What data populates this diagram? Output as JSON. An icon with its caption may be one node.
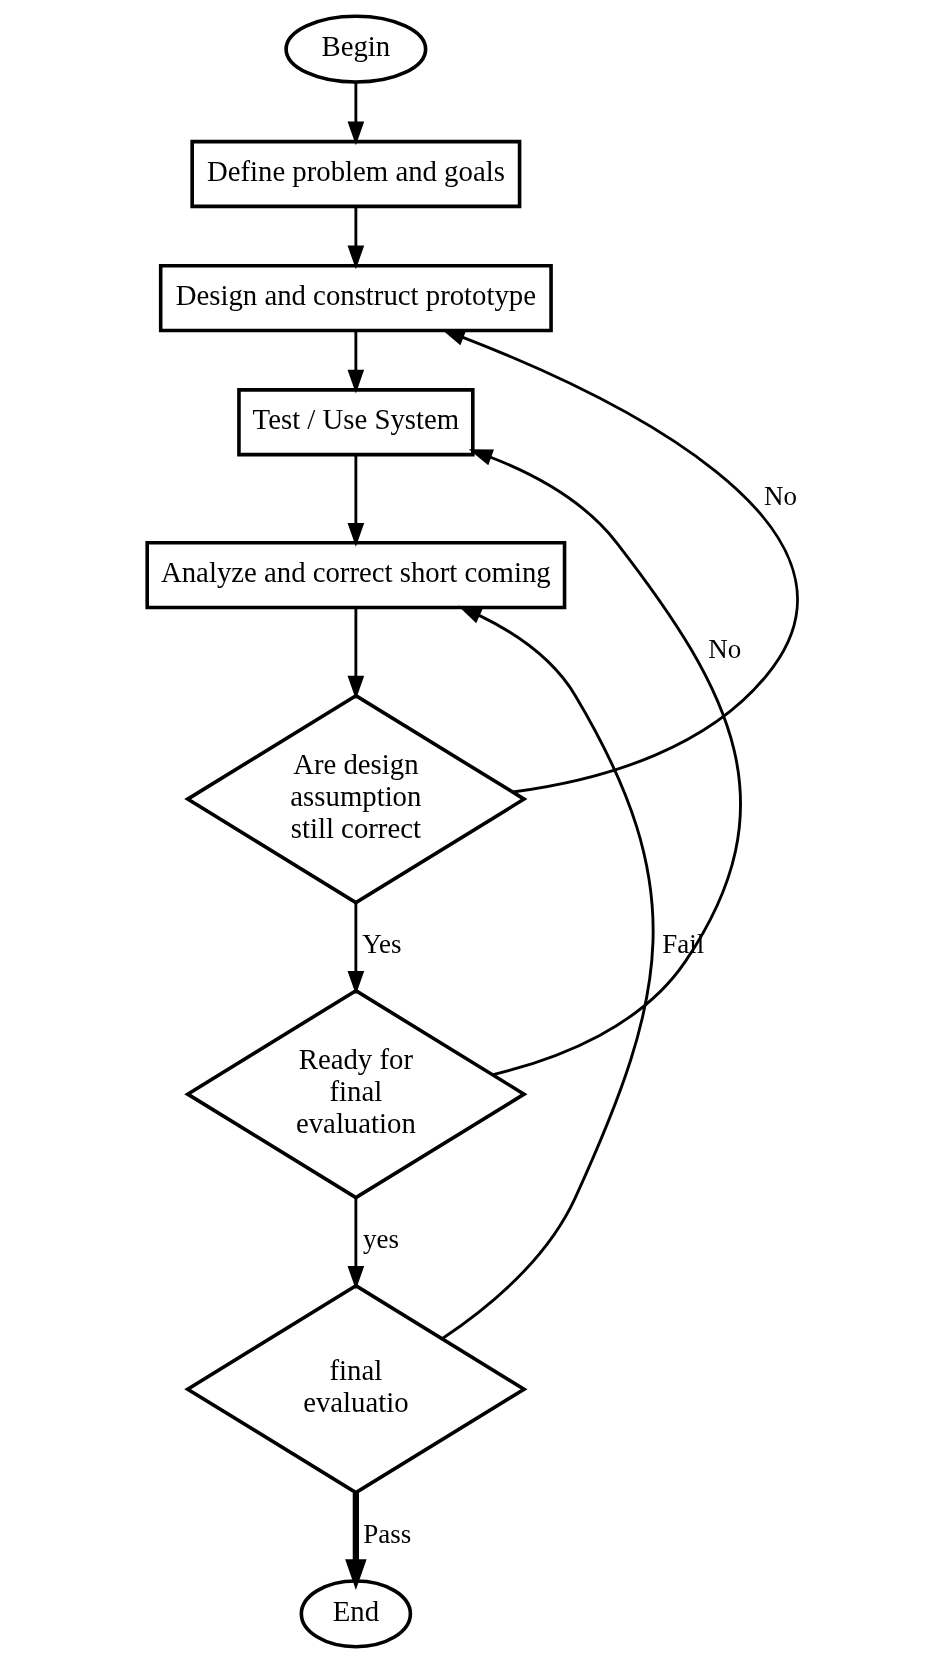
{
  "diagram": {
    "nodes": [
      {
        "text": [
          "Begin"
        ]
      },
      {
        "text": [
          "Define problem and goals"
        ]
      },
      {
        "text": [
          "Design and construct prototype"
        ]
      },
      {
        "text": [
          "Test / Use System"
        ]
      },
      {
        "text": [
          "Analyze and correct short coming"
        ]
      },
      {
        "text": [
          "Are design assumption still correct"
        ]
      },
      {
        "text": [
          "Ready for final evaluation"
        ]
      },
      {
        "text": [
          "final evaluatio"
        ]
      },
      {
        "text": [
          "End"
        ]
      }
    ],
    "edges": [
      {
        "from": 0,
        "to": 1,
        "arrow": "to"
      },
      {
        "from": 1,
        "to": 2,
        "arrow": "to"
      },
      {
        "from": 2,
        "to": 3,
        "arrow": "to"
      },
      {
        "from": 3,
        "to": 4,
        "arrow": "to"
      },
      {
        "from": 4,
        "to": 5,
        "arrow": "to"
      },
      {
        "from": 5,
        "to": 2,
        "label": "No",
        "arrow": "to"
      },
      {
        "from": 5,
        "to": 6,
        "label": "Yes",
        "arrow": "to"
      },
      {
        "from": 6,
        "to": 3,
        "label": "No",
        "arrow": "to"
      },
      {
        "from": 6,
        "to": 7,
        "label": "yes",
        "arrow": "to"
      },
      {
        "from": 7,
        "to": 4,
        "label": "Fail",
        "arrow": "to"
      },
      {
        "from": 7,
        "to": 8,
        "label": "Pass",
        "arrow": "to",
        "style": "thick"
      }
    ]
  }
}
